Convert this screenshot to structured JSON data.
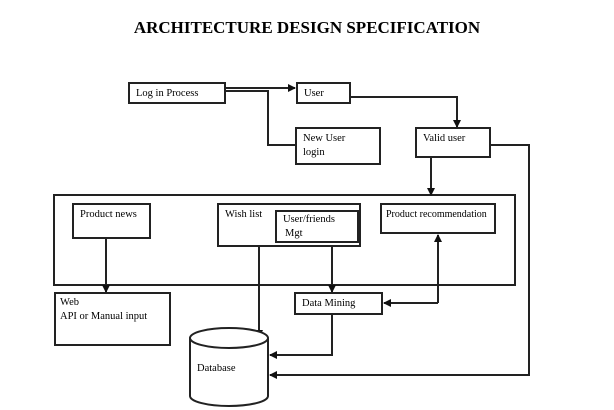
{
  "title": "ARCHITECTURE DESIGN SPECIFICATION",
  "nodes": {
    "login_process": "Log in Process",
    "user": "User",
    "new_user_login": [
      "New User",
      "login"
    ],
    "valid_user": "Valid user",
    "product_news": "Product news",
    "wish_list": "Wish list",
    "user_friends_mgt": [
      "User/friends",
      "Mgt"
    ],
    "product_recommendation": "Product recommendation",
    "web": [
      "Web",
      "API or Manual input"
    ],
    "data_mining": "Data Mining",
    "database": "Database"
  }
}
